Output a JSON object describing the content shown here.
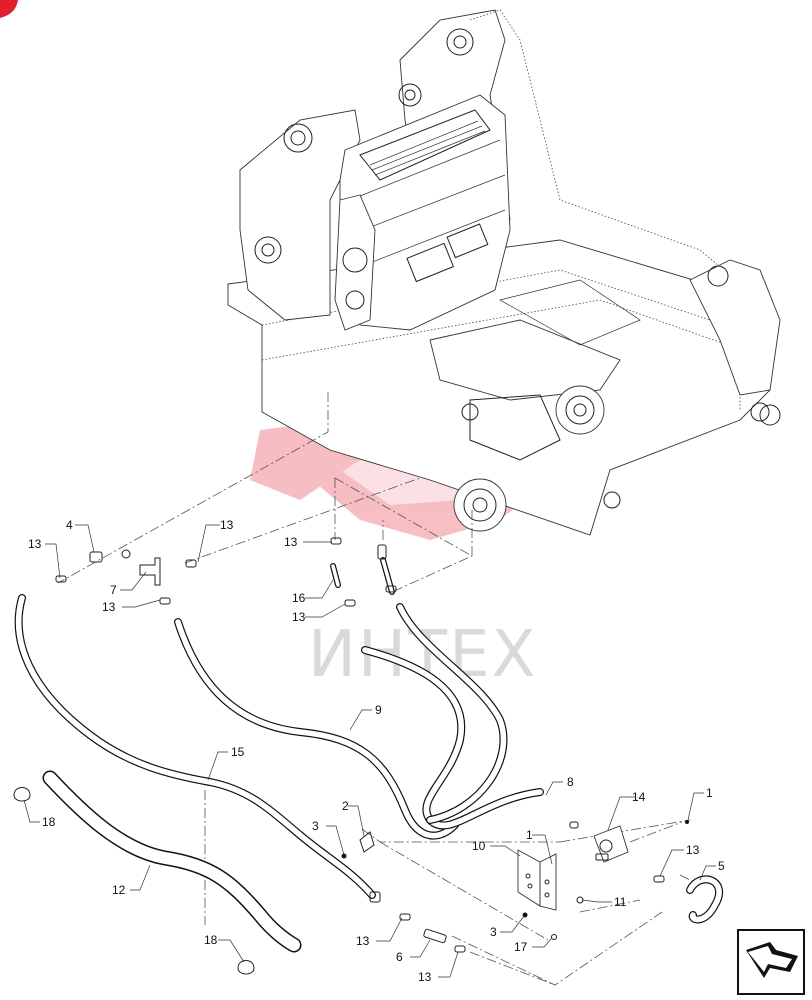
{
  "watermark": {
    "text": "ИНТЕХ",
    "color": "#d9d9d9",
    "logo_color": "#e8707a"
  },
  "corner_mark_color": "#e0202e",
  "callouts": {
    "c1a": "1",
    "c1b": "1",
    "c2": "2",
    "c3a": "3",
    "c3b": "3",
    "c4": "4",
    "c5": "5",
    "c6": "6",
    "c7": "7",
    "c8": "8",
    "c9": "9",
    "c10": "10",
    "c11": "11",
    "c12": "12",
    "c13a": "13",
    "c13b": "13",
    "c13c": "13",
    "c13d": "13",
    "c13e": "13",
    "c13f": "13",
    "c13g": "13",
    "c13h": "13",
    "c14": "14",
    "c15": "15",
    "c16": "16",
    "c17": "17",
    "c18a": "18",
    "c18b": "18"
  },
  "nav_icon": "next-page-arrow-icon"
}
